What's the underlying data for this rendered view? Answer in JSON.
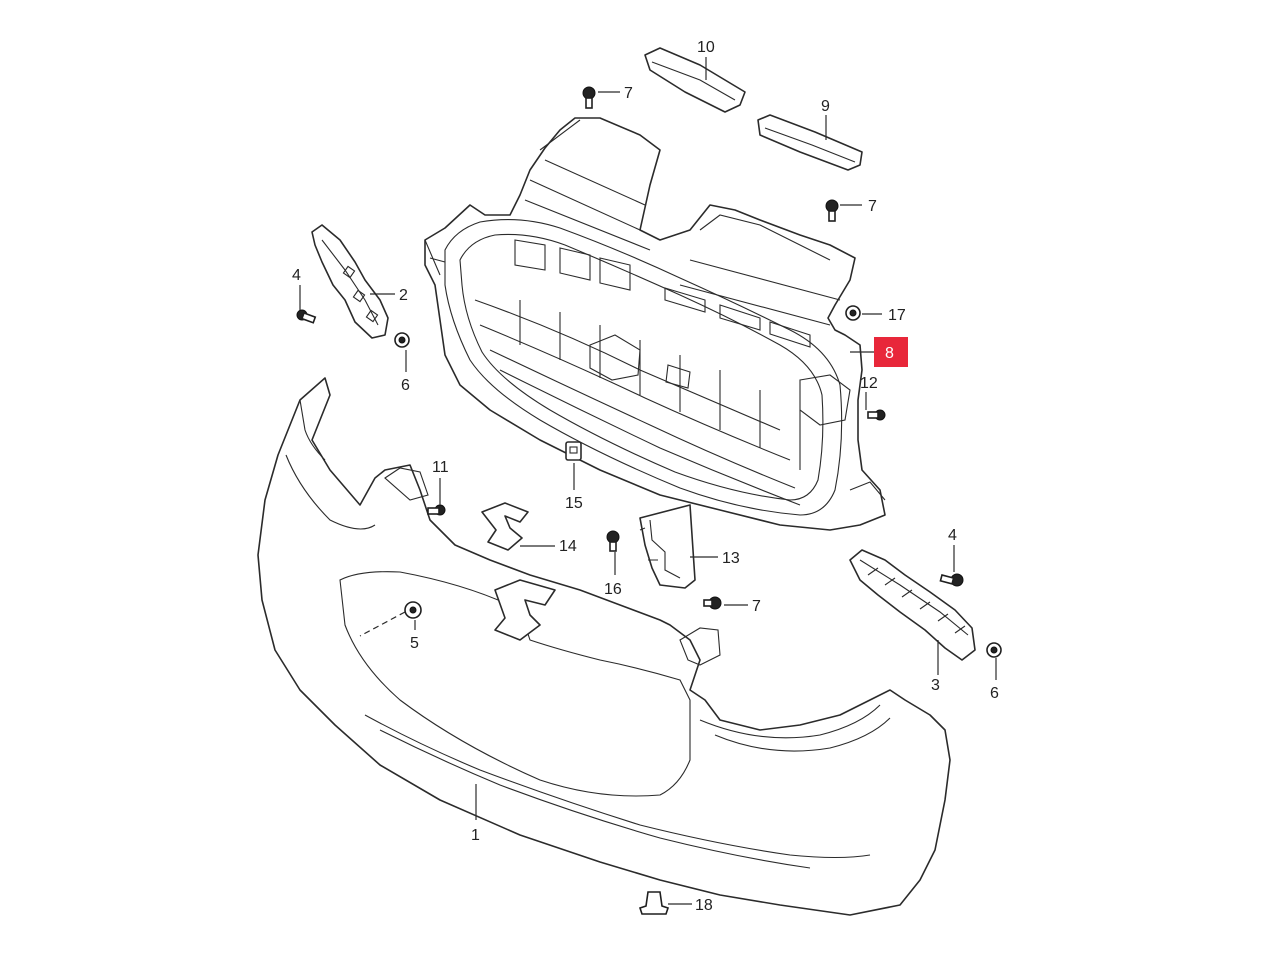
{
  "diagram": {
    "highlight_color": "#e8273a",
    "callouts": {
      "bumper": "1",
      "bracket_left": "2",
      "bracket_right": "3",
      "bolt_4_left": "4",
      "bolt_4_right": "4",
      "nut_5": "5",
      "nut_6_left": "6",
      "nut_6_right": "6",
      "screw_7_top": "7",
      "screw_7_mid": "7",
      "screw_7_low": "7",
      "grille": "8",
      "garnish_9": "9",
      "garnish_10": "10",
      "bolt_11": "11",
      "bolt_12": "12",
      "bracket_13": "13",
      "emblem_14": "14",
      "clip_15": "15",
      "screw_16": "16",
      "screw_17": "17",
      "clip_18": "18"
    }
  }
}
